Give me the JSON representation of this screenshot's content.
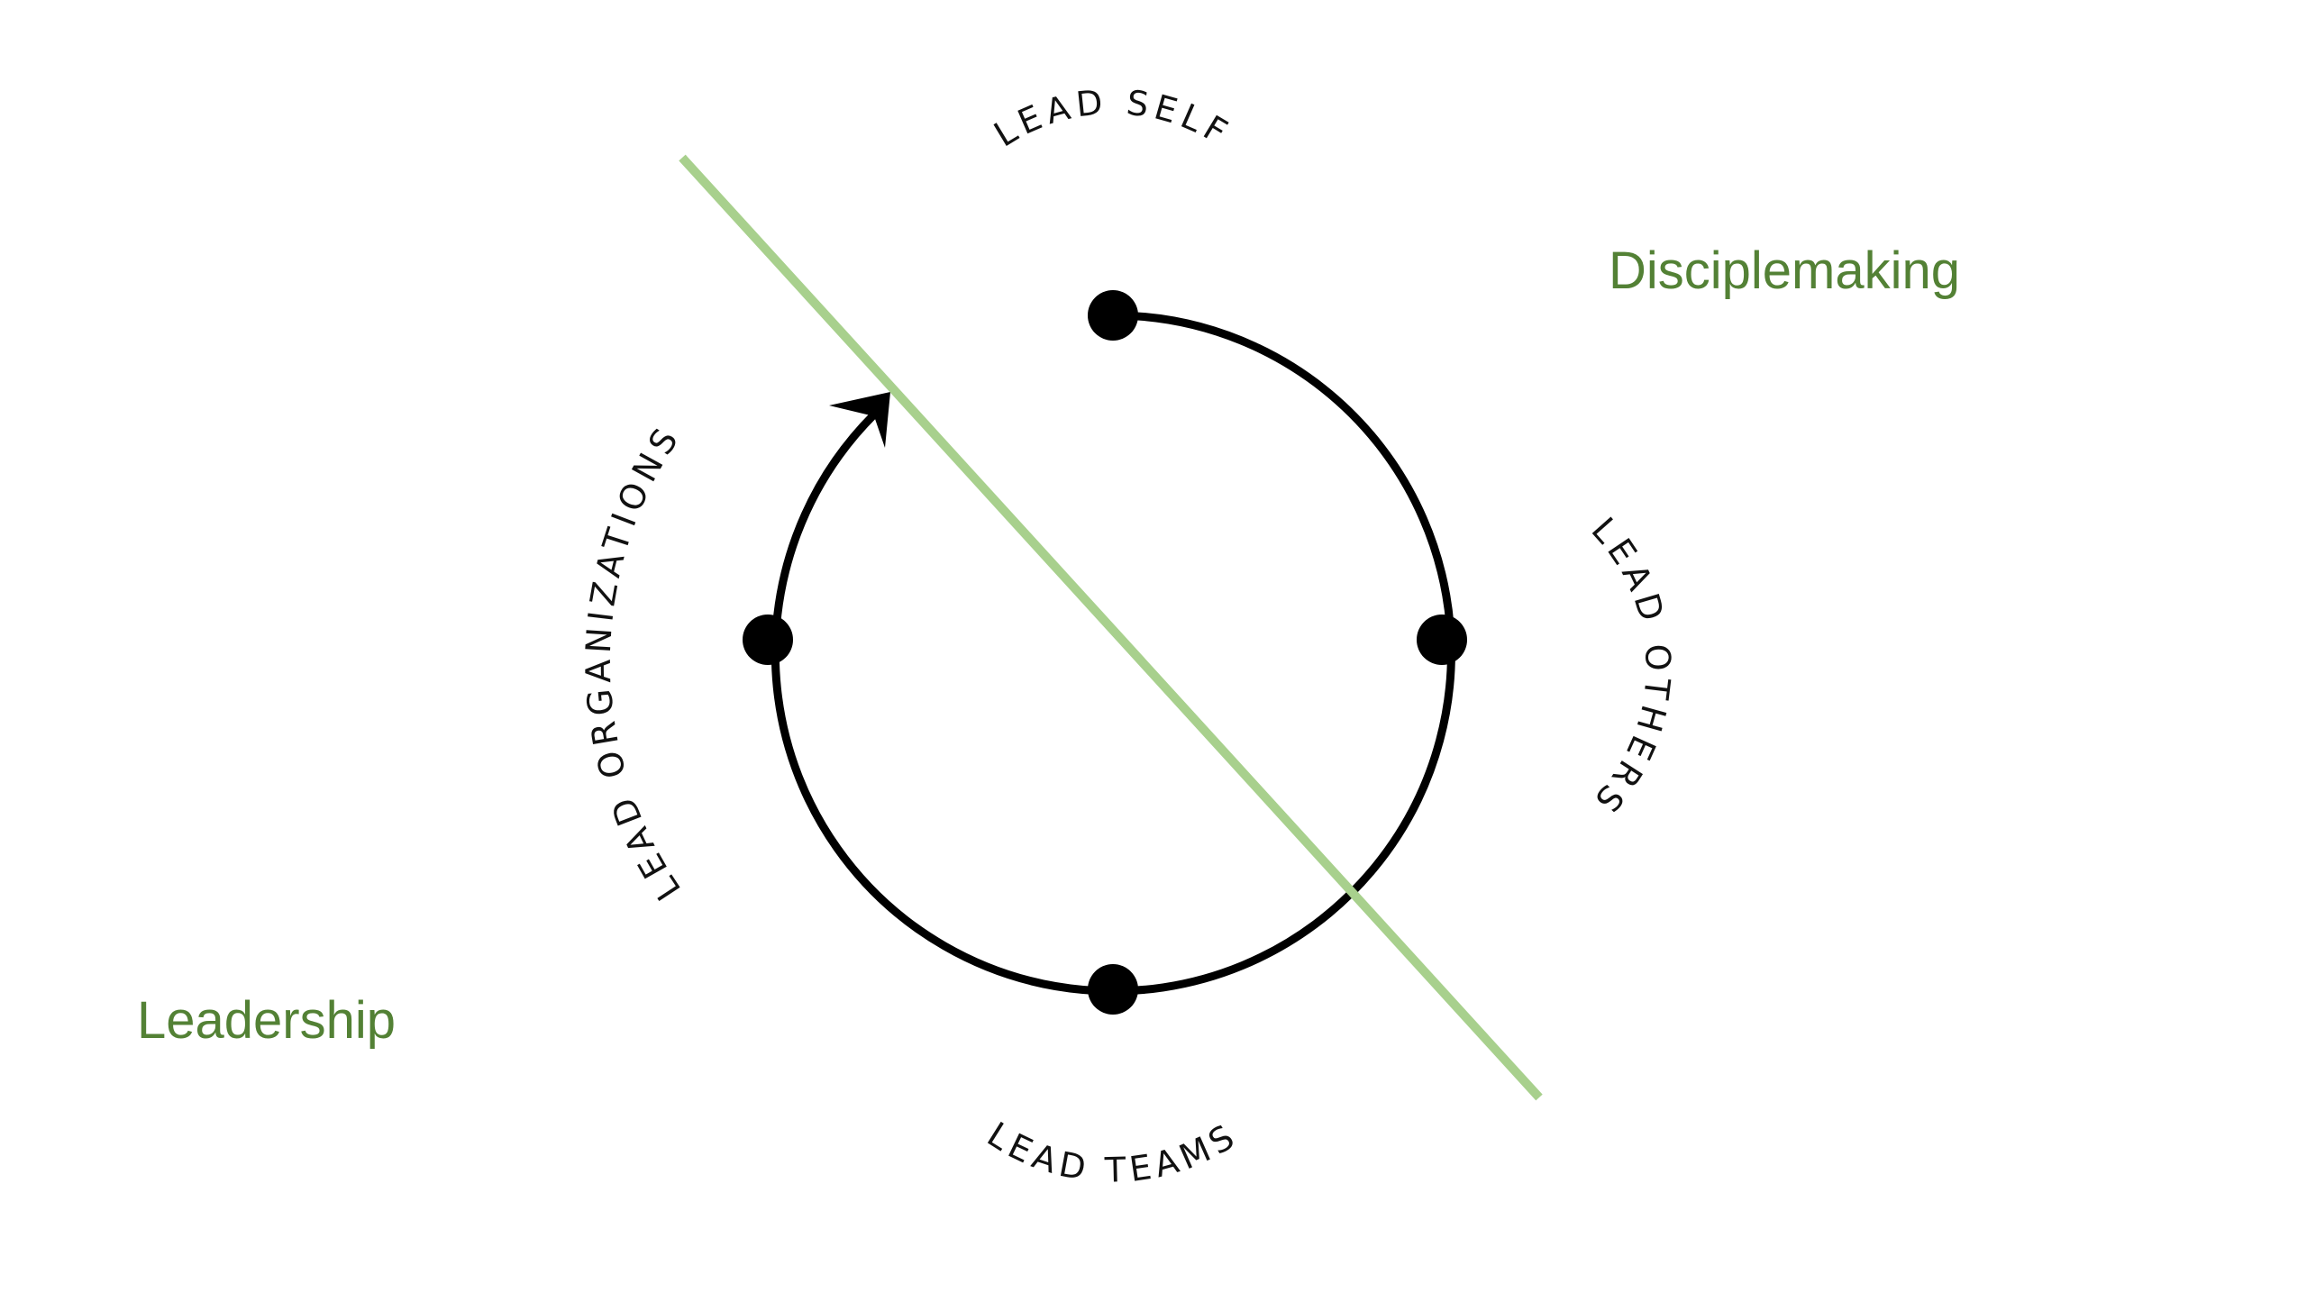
{
  "regions": {
    "top_right_label": "Disciplemaking",
    "bottom_left_label": "Leadership"
  },
  "stages": [
    {
      "label": "LEAD SELF"
    },
    {
      "label": "LEAD OTHERS"
    },
    {
      "label": "LEAD TEAMS"
    },
    {
      "label": "LEAD ORGANIZATIONS"
    }
  ],
  "colors": {
    "divider_line": "#a8d08d",
    "region_text": "#538135",
    "cycle": "#000000"
  },
  "icons": {
    "cycle_arrowhead": "arrowhead-icon",
    "stage_marker": "dot-icon"
  }
}
